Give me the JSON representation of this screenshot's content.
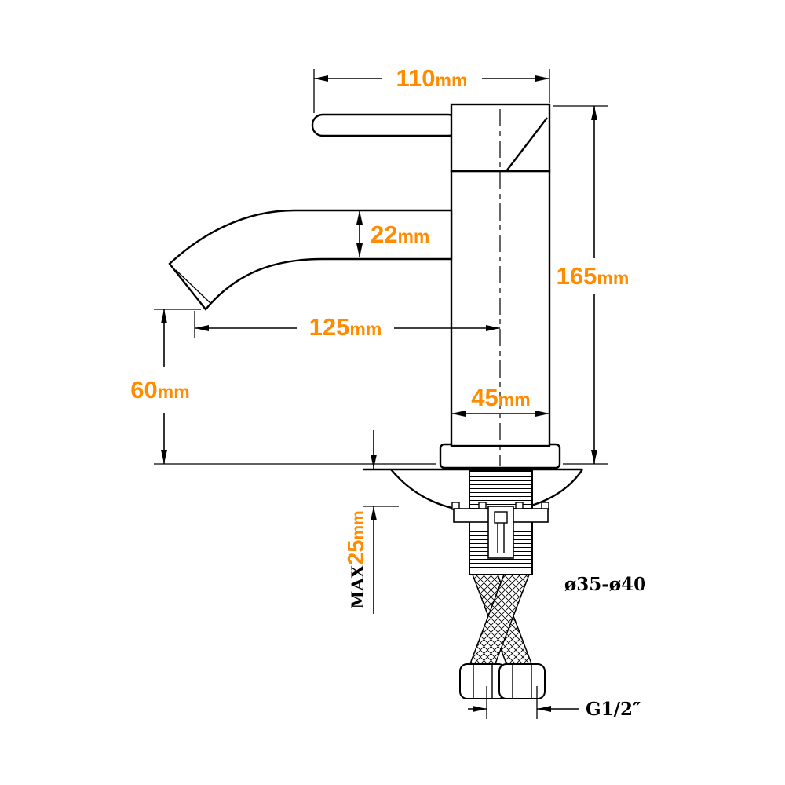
{
  "diagram": {
    "type": "technical-drawing",
    "subject": "single-lever basin faucet dimension drawing",
    "accent_color": "#ff8c00",
    "line_color": "#000000",
    "dims": {
      "handle_reach": {
        "value": "110",
        "unit": "mm"
      },
      "total_height": {
        "value": "165",
        "unit": "mm"
      },
      "spout_height": {
        "value": "22",
        "unit": "mm"
      },
      "spout_reach": {
        "value": "125",
        "unit": "mm"
      },
      "spout_clearance": {
        "value": "60",
        "unit": "mm"
      },
      "body_width": {
        "value": "45",
        "unit": "mm"
      },
      "deck_thickness": {
        "prefix": "MAX",
        "value": "25",
        "unit": "mm"
      },
      "hole_diameter": "ø35-ø40",
      "thread_size": "G1/2″"
    }
  }
}
